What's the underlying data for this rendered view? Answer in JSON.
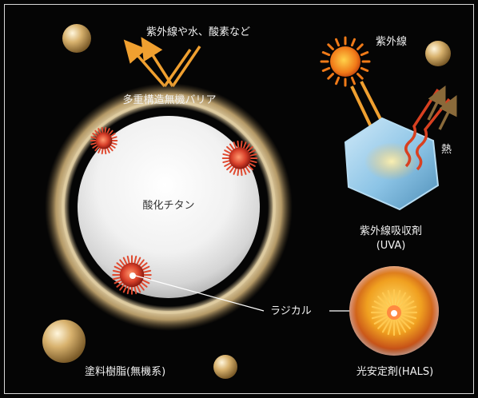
{
  "labels": {
    "uv_water_oxygen": "紫外線や水、酸素など",
    "barrier": "多重構造無機バリア",
    "titanium_oxide": "酸化チタン",
    "radical": "ラジカル",
    "coating_resin": "塗料樹脂(無機系)",
    "uv_top": "紫外線",
    "heat": "熱",
    "uva_line1": "紫外線吸収剤",
    "uva_line2": "(UVA)",
    "hals": "光安定剤(HALS)"
  },
  "colors": {
    "background": "#050505",
    "uv_arrow": "#f0a030",
    "heat_arrow": "#8a6a3a",
    "heat_wave": "#d84020",
    "hexagon": "#8fc6e8",
    "radical": "#e0402a",
    "barrier_ring": "#d8c49a",
    "sphere": "#f4f4f4",
    "particle": "#d9b070"
  }
}
